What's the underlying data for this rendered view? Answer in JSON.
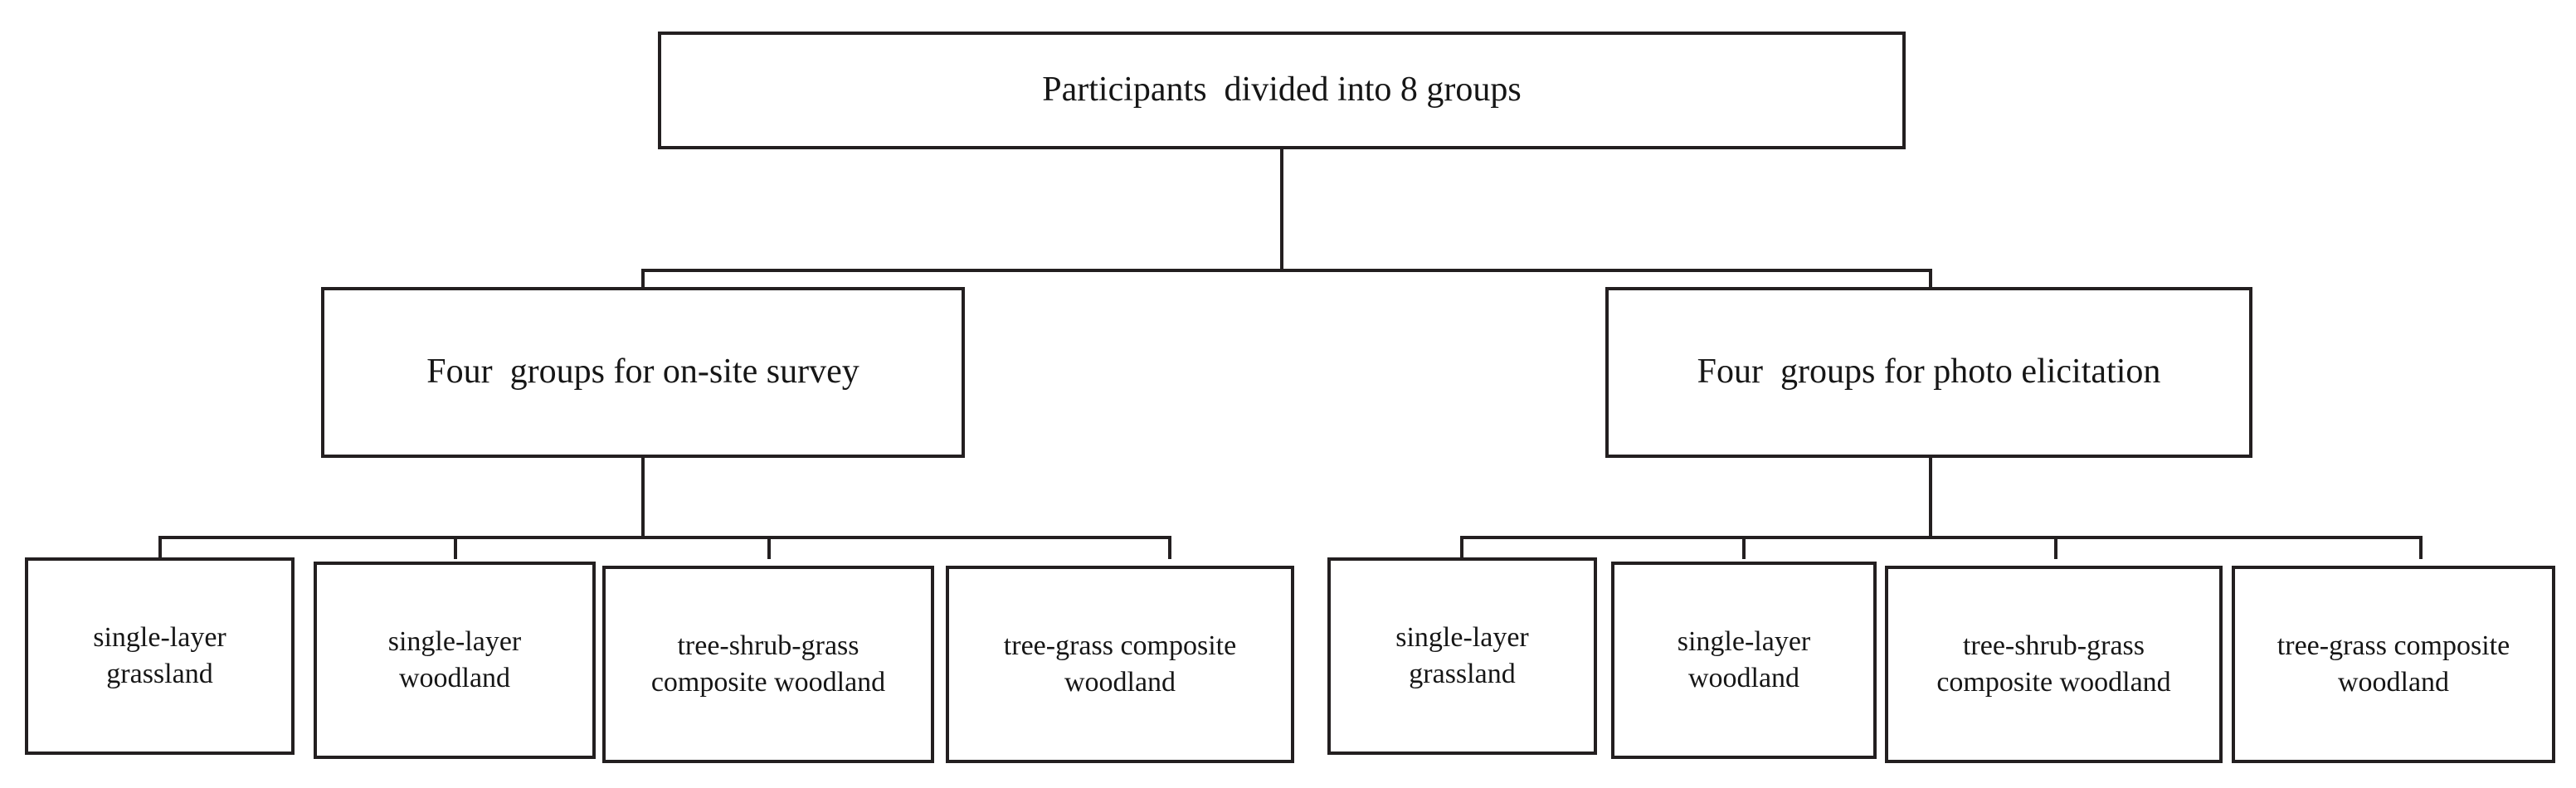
{
  "diagram": {
    "title": "Participant grouping flowchart",
    "style": {
      "line_color": "#231f20",
      "box_fill": "#ffffff",
      "text_color": "#161616",
      "page_background": "#ffffff"
    },
    "root": {
      "label": "Participants  divided into 8 groups"
    },
    "branches": [
      {
        "label": "Four  groups for on-site survey",
        "children": [
          {
            "label": "single-layer\ngrassland"
          },
          {
            "label": "single-layer\nwoodland"
          },
          {
            "label": "tree-shrub-grass\ncomposite woodland"
          },
          {
            "label": "tree-grass composite\nwoodland"
          }
        ]
      },
      {
        "label": "Four  groups for photo elicitation",
        "children": [
          {
            "label": "single-layer\ngrassland"
          },
          {
            "label": "single-layer\nwoodland"
          },
          {
            "label": "tree-shrub-grass\ncomposite woodland"
          },
          {
            "label": "tree-grass composite\nwoodland"
          }
        ]
      }
    ]
  }
}
